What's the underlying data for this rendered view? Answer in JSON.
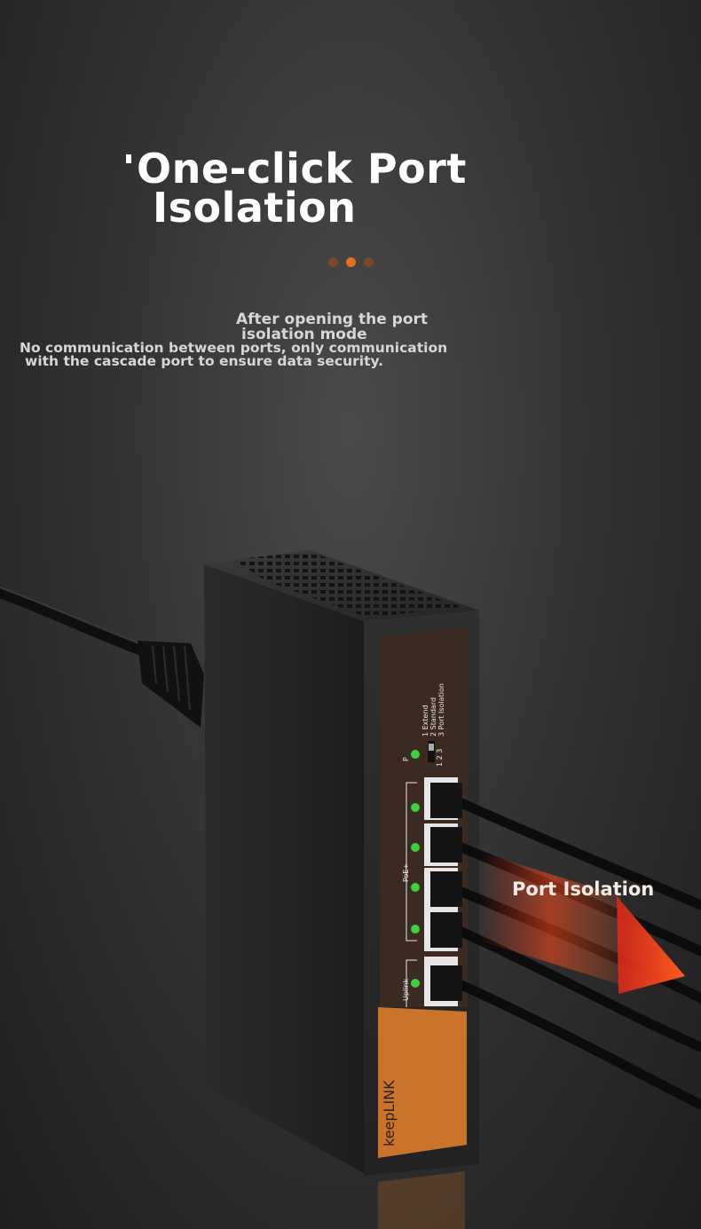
{
  "headline": {
    "line1": "One-click Port",
    "line2": "Isolation"
  },
  "carousel": {
    "dots": 3,
    "active_index": 1
  },
  "description": {
    "line1": "After opening the port",
    "line2": "isolation mode",
    "line3": "No communication between ports, only communication",
    "line4": "with the cascade port to ensure data security."
  },
  "device": {
    "brand": "keepLINK",
    "modes": [
      "1 Extend",
      "2 Standard",
      "3 Port Isolation"
    ],
    "switch_numbers": "1 2 3",
    "power_label": "P",
    "poe_label": "PoE+",
    "uplink_label": "Uplink"
  },
  "callout": {
    "label": "Port Isolation"
  },
  "colors": {
    "accent": "#e36f1e",
    "panel_brown": "#3a2a22",
    "brand_orange": "#c9742a",
    "led_green": "#3ed23a"
  }
}
